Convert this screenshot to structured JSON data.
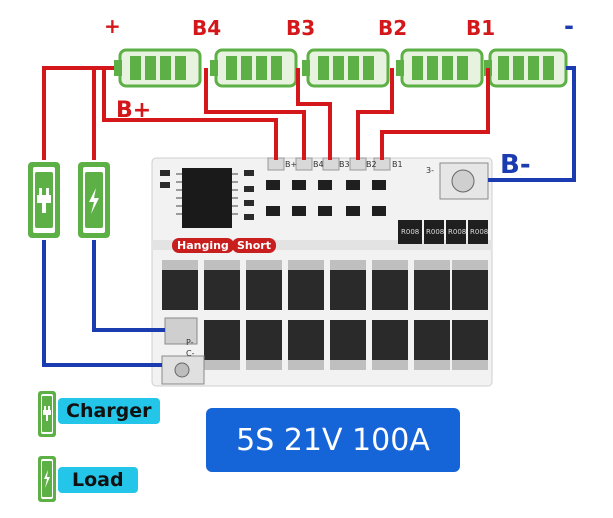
{
  "terminals": {
    "plus": "+",
    "minus": "-",
    "b4": "B4",
    "b3": "B3",
    "b2": "B2",
    "b1": "B1",
    "b_plus": "B+",
    "b_minus": "B-"
  },
  "board": {
    "tag_hanging": "Hanging",
    "tag_short": "Short",
    "pin_labels": [
      "B+",
      "B4",
      "B3",
      "B2",
      "B1"
    ],
    "pin_b_minus": "3-",
    "pin_p": "P-",
    "pin_c": "C-",
    "resistor_labels": [
      "R008",
      "R008",
      "R008",
      "R008"
    ]
  },
  "legend": {
    "charger": "Charger",
    "load": "Load"
  },
  "spec": "5S 21V 100A",
  "colors": {
    "positive_wire": "#d3171b",
    "negative_wire": "#1b3bb0",
    "battery_green": "#5db046",
    "spec_bg": "#1565d8",
    "legend_bg": "#23c6e8"
  }
}
